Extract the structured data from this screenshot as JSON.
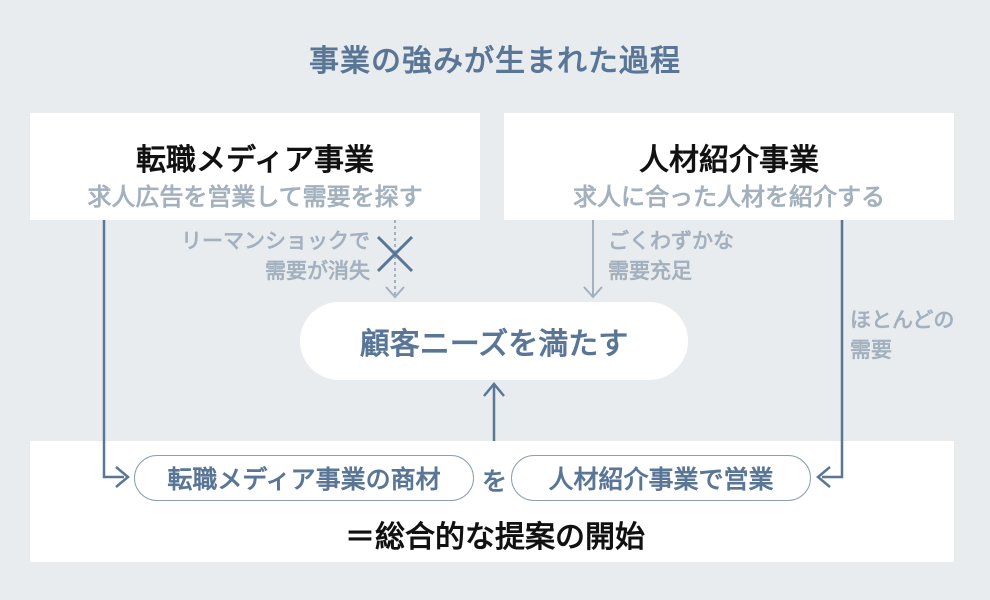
{
  "title": "事業の強みが生まれた過程",
  "left_box": {
    "heading": "転職メディア事業",
    "sub": "求人広告を営業して需要を探す"
  },
  "right_box": {
    "heading": "人材紹介事業",
    "sub": "求人に合った人材を紹介する"
  },
  "notes": {
    "lehman_line1": "リーマンショックで",
    "lehman_line2": "需要が消失",
    "few_line1": "ごくわずかな",
    "few_line2": "需要充足",
    "most_line1": "ほとんどの",
    "most_line2": "需要"
  },
  "center_goal": "顧客ニーズを満たす",
  "bottom": {
    "pill_left": "転職メディア事業の商材",
    "connector": "を",
    "pill_right": "人材紹介事業で営業",
    "conclusion": "＝総合的な提案の開始"
  },
  "colors": {
    "accent": "#5a7696",
    "muted": "#a3b0be",
    "line": "#5a7696",
    "line_light": "#a3b0be"
  }
}
